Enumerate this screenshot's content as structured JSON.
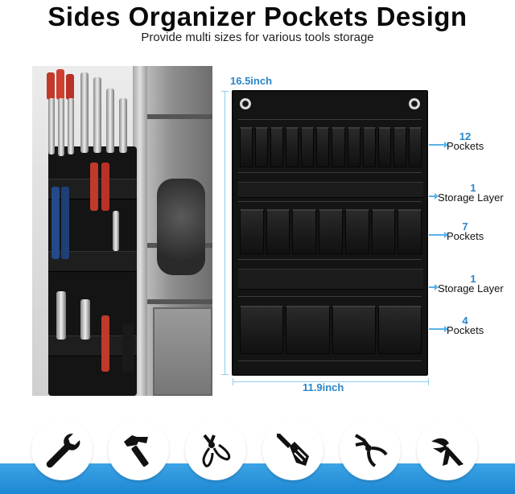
{
  "header": {
    "title": "Sides Organizer Pockets Design",
    "subtitle": "Provide multi sizes for various tools storage"
  },
  "dimensions": {
    "height_label": "16.5inch",
    "width_label": "11.9inch"
  },
  "callouts": [
    {
      "count": "12",
      "label": "Pockets"
    },
    {
      "count": "1",
      "label": "Storage Layer"
    },
    {
      "count": "7",
      "label": "Pockets"
    },
    {
      "count": "1",
      "label": "Storage Layer"
    },
    {
      "count": "4",
      "label": "Pockets"
    }
  ],
  "pocket_rows": [
    12,
    7,
    4
  ],
  "tool_icons": [
    "wrench-icon",
    "hammer-icon",
    "wire-stripper-icon",
    "screwdriver-icon",
    "pliers-icon",
    "pruning-shears-icon"
  ],
  "colors": {
    "accent_blue": "#2a86c6",
    "strip_blue": "#1e87d3",
    "panel_black": "#141414"
  }
}
